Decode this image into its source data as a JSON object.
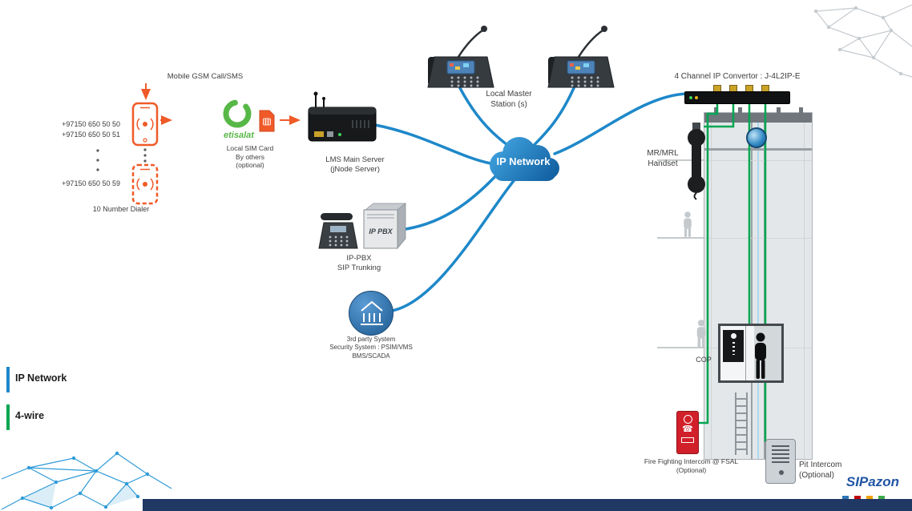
{
  "colors": {
    "ip_network_line": "#1e88c9",
    "four_wire_line": "#00a651",
    "gsm_orange": "#f05a28",
    "cloud_blue": "#1b75bc",
    "etisalat_green": "#58b847",
    "fire_red": "#d1202a",
    "footer_navy": "#1f3864",
    "brand_blue": "#2156a5",
    "brand_squares": [
      "#2e75b6",
      "#c00000",
      "#f2a104",
      "#3faa49"
    ]
  },
  "gsm": {
    "label": "Mobile GSM Call/SMS",
    "numbers": [
      "+97150 650 50 50",
      "+97150 650 50 51"
    ],
    "last_number": "+97150 650 50 59",
    "dialer_label": "10 Number Dialer"
  },
  "sim": {
    "brand": "etisalat",
    "caption_line1": "Local SIM Card",
    "caption_line2": "By others",
    "caption_line3": "(optional)"
  },
  "lms": {
    "line1": "LMS Main Server",
    "line2": "(jNode Server)"
  },
  "master_station": {
    "line1": "Local Master",
    "line2": "Station (s)"
  },
  "cloud": {
    "label": "IP Network"
  },
  "converter": {
    "label": "4 Channel IP Convertor : J-4L2IP-E"
  },
  "handset": {
    "line1": "MR/MRL",
    "line2": "Handset"
  },
  "cop": {
    "label": "COP"
  },
  "fire_intercom": {
    "line1": "Fire Fighting Intercom @ FSAL",
    "line2": "(Optional)"
  },
  "pit_intercom": {
    "line1": "Pit Intercom",
    "line2": "(Optional)"
  },
  "pbx": {
    "line1": "IP-PBX",
    "line2": "SIP Trunking",
    "box_label": "IP PBX"
  },
  "third_party": {
    "line1": "3rd party System",
    "line2": "Security System : PSIM/VMS",
    "line3": "BMS/SCADA"
  },
  "legend": {
    "ip_label": "IP Network",
    "wire_label": "4-wire"
  },
  "brand": {
    "name": "SIPazon"
  },
  "icons": {
    "fire_phone": "☎"
  }
}
